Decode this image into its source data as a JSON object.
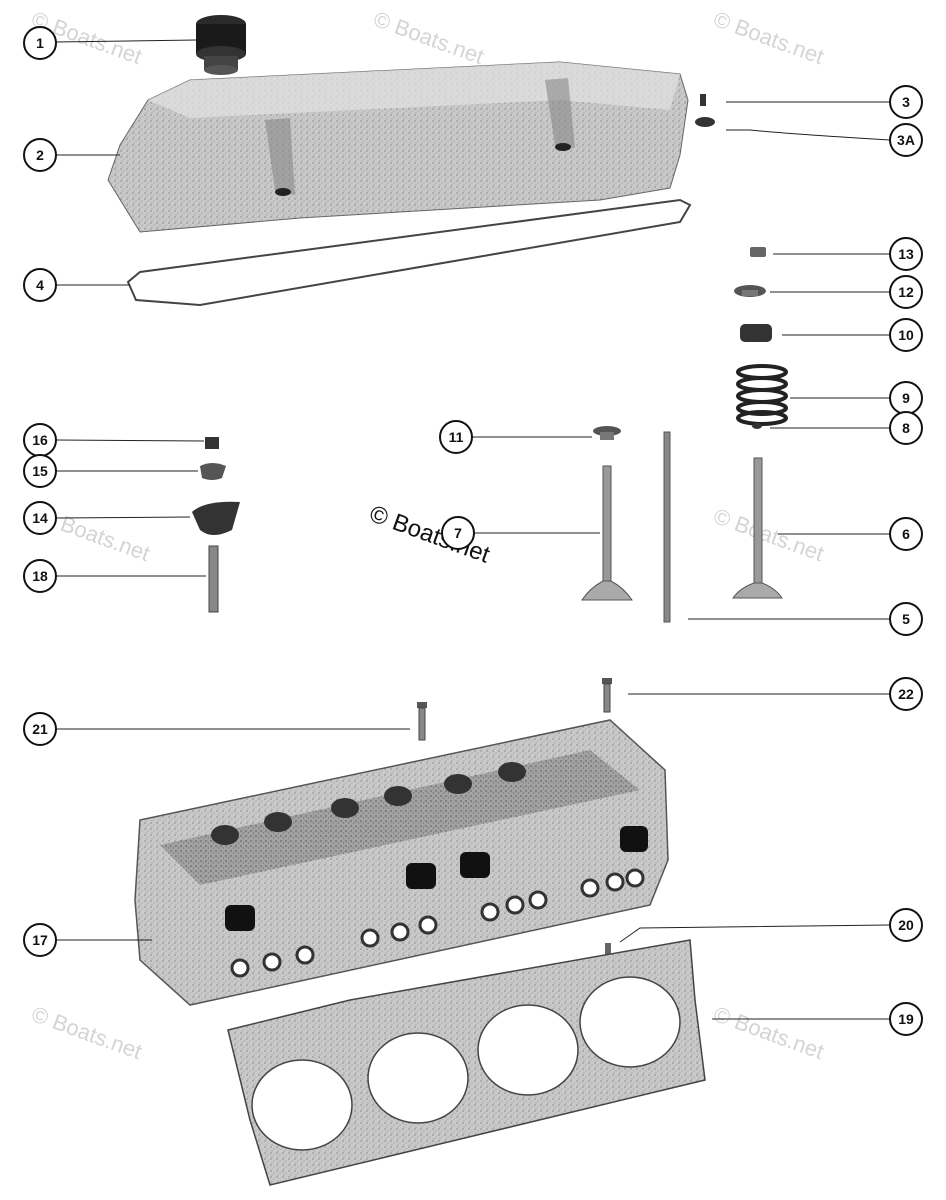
{
  "watermark": "© Boats.net",
  "callouts": [
    {
      "label": "1"
    },
    {
      "label": "2"
    },
    {
      "label": "3"
    },
    {
      "label": "3A"
    },
    {
      "label": "4"
    },
    {
      "label": "13"
    },
    {
      "label": "12"
    },
    {
      "label": "10"
    },
    {
      "label": "9"
    },
    {
      "label": "16"
    },
    {
      "label": "11"
    },
    {
      "label": "8"
    },
    {
      "label": "15"
    },
    {
      "label": "14"
    },
    {
      "label": "7"
    },
    {
      "label": "6"
    },
    {
      "label": "18"
    },
    {
      "label": "5"
    },
    {
      "label": "22"
    },
    {
      "label": "21"
    },
    {
      "label": "17"
    },
    {
      "label": "20"
    },
    {
      "label": "19"
    }
  ]
}
